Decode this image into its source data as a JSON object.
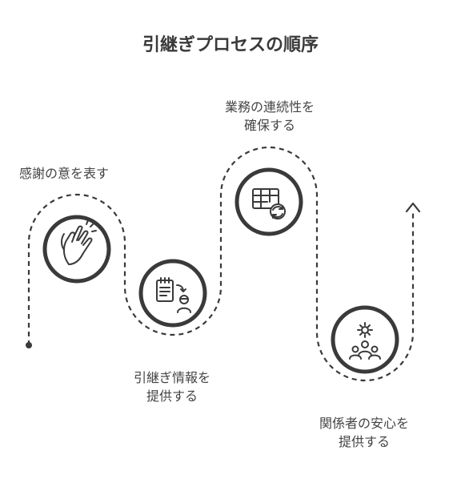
{
  "title": "引継ぎプロセスの順序",
  "steps": [
    {
      "lines": [
        "感謝の意を表す"
      ],
      "icon": "clapping-hands-icon"
    },
    {
      "lines": [
        "引継ぎ情報を",
        "提供する"
      ],
      "icon": "clipboard-person-icon"
    },
    {
      "lines": [
        "業務の連続性を",
        "確保する"
      ],
      "icon": "table-refresh-icon"
    },
    {
      "lines": [
        "関係者の安心を",
        "提供する"
      ],
      "icon": "gear-people-icon"
    }
  ],
  "colors": {
    "stroke": "#3a3a3a",
    "text": "#444444",
    "background": "#ffffff"
  }
}
